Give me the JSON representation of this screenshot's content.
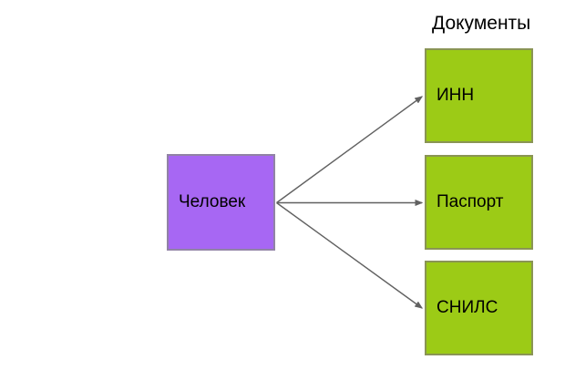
{
  "diagram": {
    "background": "#ffffff",
    "title": "Документы",
    "person": {
      "label": "Человек",
      "fill": "#a767f3",
      "border": "#9183a5"
    },
    "documents": [
      {
        "label": "ИНН"
      },
      {
        "label": "Паспорт"
      },
      {
        "label": "СНИЛС"
      }
    ],
    "document_style": {
      "fill": "#9ccb16",
      "border": "#8a9455"
    },
    "edges": [
      {
        "from": "Человек",
        "to": "ИНН"
      },
      {
        "from": "Человек",
        "to": "Паспорт"
      },
      {
        "from": "Человек",
        "to": "СНИЛС"
      }
    ],
    "arrow_color": "#616161",
    "text_color": "#000000"
  }
}
